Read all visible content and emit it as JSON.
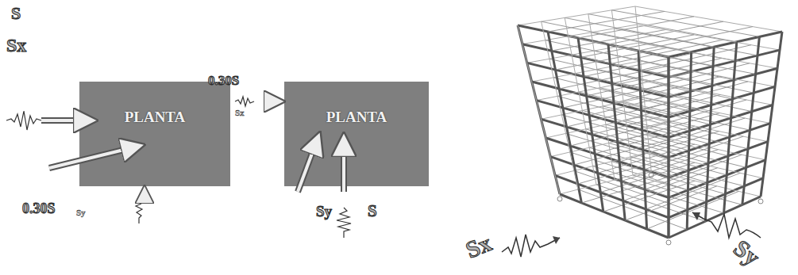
{
  "diagram": {
    "nodes": [
      {
        "text": [
          "PLANTA"
        ]
      },
      {
        "text": [
          "PLANTA"
        ]
      }
    ],
    "labels": [
      "S",
      "Sx",
      "0.30S",
      "Sy",
      "0.30S",
      "Sx",
      "Sy",
      "S",
      "Sx",
      "Sy"
    ]
  }
}
